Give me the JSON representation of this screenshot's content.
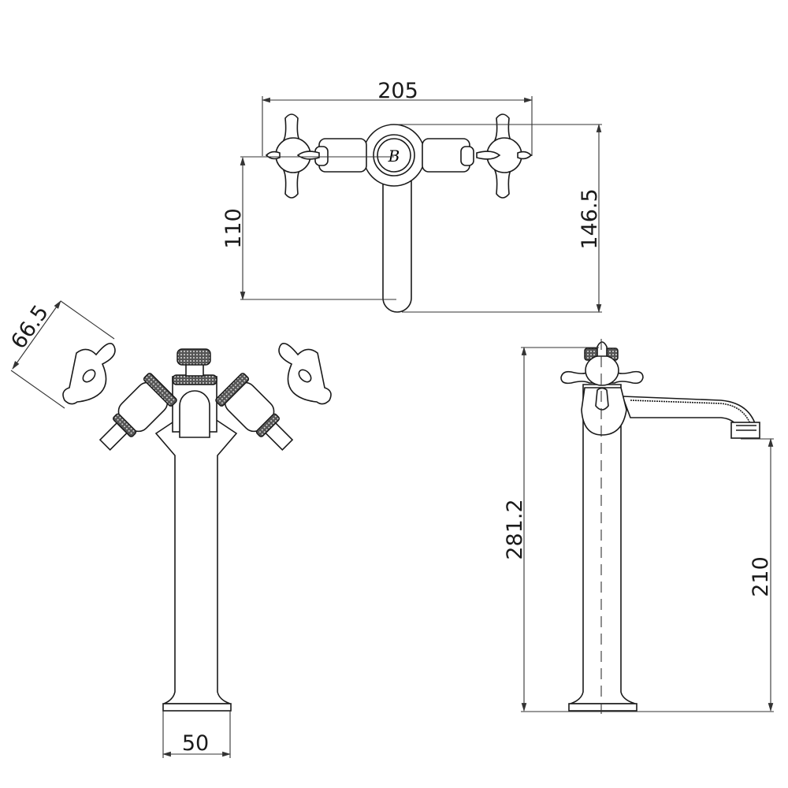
{
  "title": "Basin mixer tap technical drawing",
  "views": {
    "top": {
      "width_dim": "205",
      "spout_reach_dim": "110",
      "depth_dim": "146.5",
      "logo_letter": "B"
    },
    "front": {
      "handle_dim": "66.5",
      "base_width_dim": "50"
    },
    "side": {
      "total_height_dim": "281.2",
      "spout_height_dim": "210"
    }
  },
  "colors": {
    "line": "#1a1a1a",
    "background": "#ffffff"
  }
}
